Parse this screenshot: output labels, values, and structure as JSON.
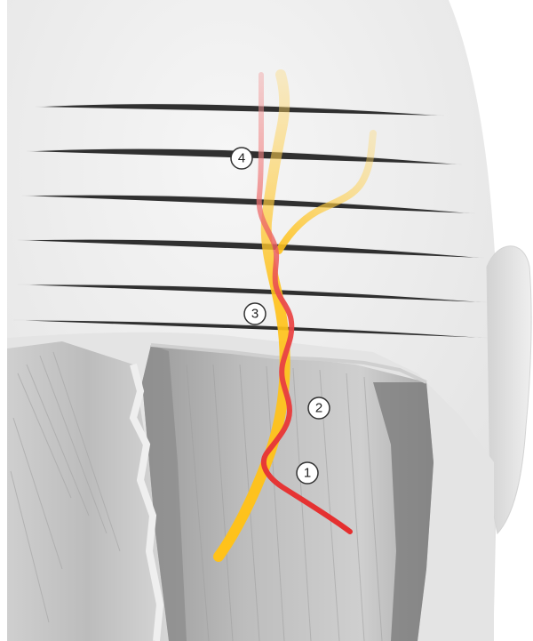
{
  "colors": {
    "background": "#ffffff",
    "skin_light": "#f1f1f1",
    "skin_mid": "#dcdcdc",
    "skin_shadow": "#bdbdbd",
    "muscle_dark": "#8f8f8f",
    "muscle_light": "#c9c9c9",
    "nerve": "#ffc21a",
    "artery": "#e63333",
    "marker_fill": "#ffffff",
    "marker_stroke": "#333333"
  },
  "structures": {
    "nerve_icon": "nerve-yellow-path",
    "artery_icon": "artery-red-path"
  },
  "markers": [
    {
      "id": "m1",
      "label": "1"
    },
    {
      "id": "m2",
      "label": "2"
    },
    {
      "id": "m3",
      "label": "3"
    },
    {
      "id": "m4",
      "label": "4"
    }
  ]
}
